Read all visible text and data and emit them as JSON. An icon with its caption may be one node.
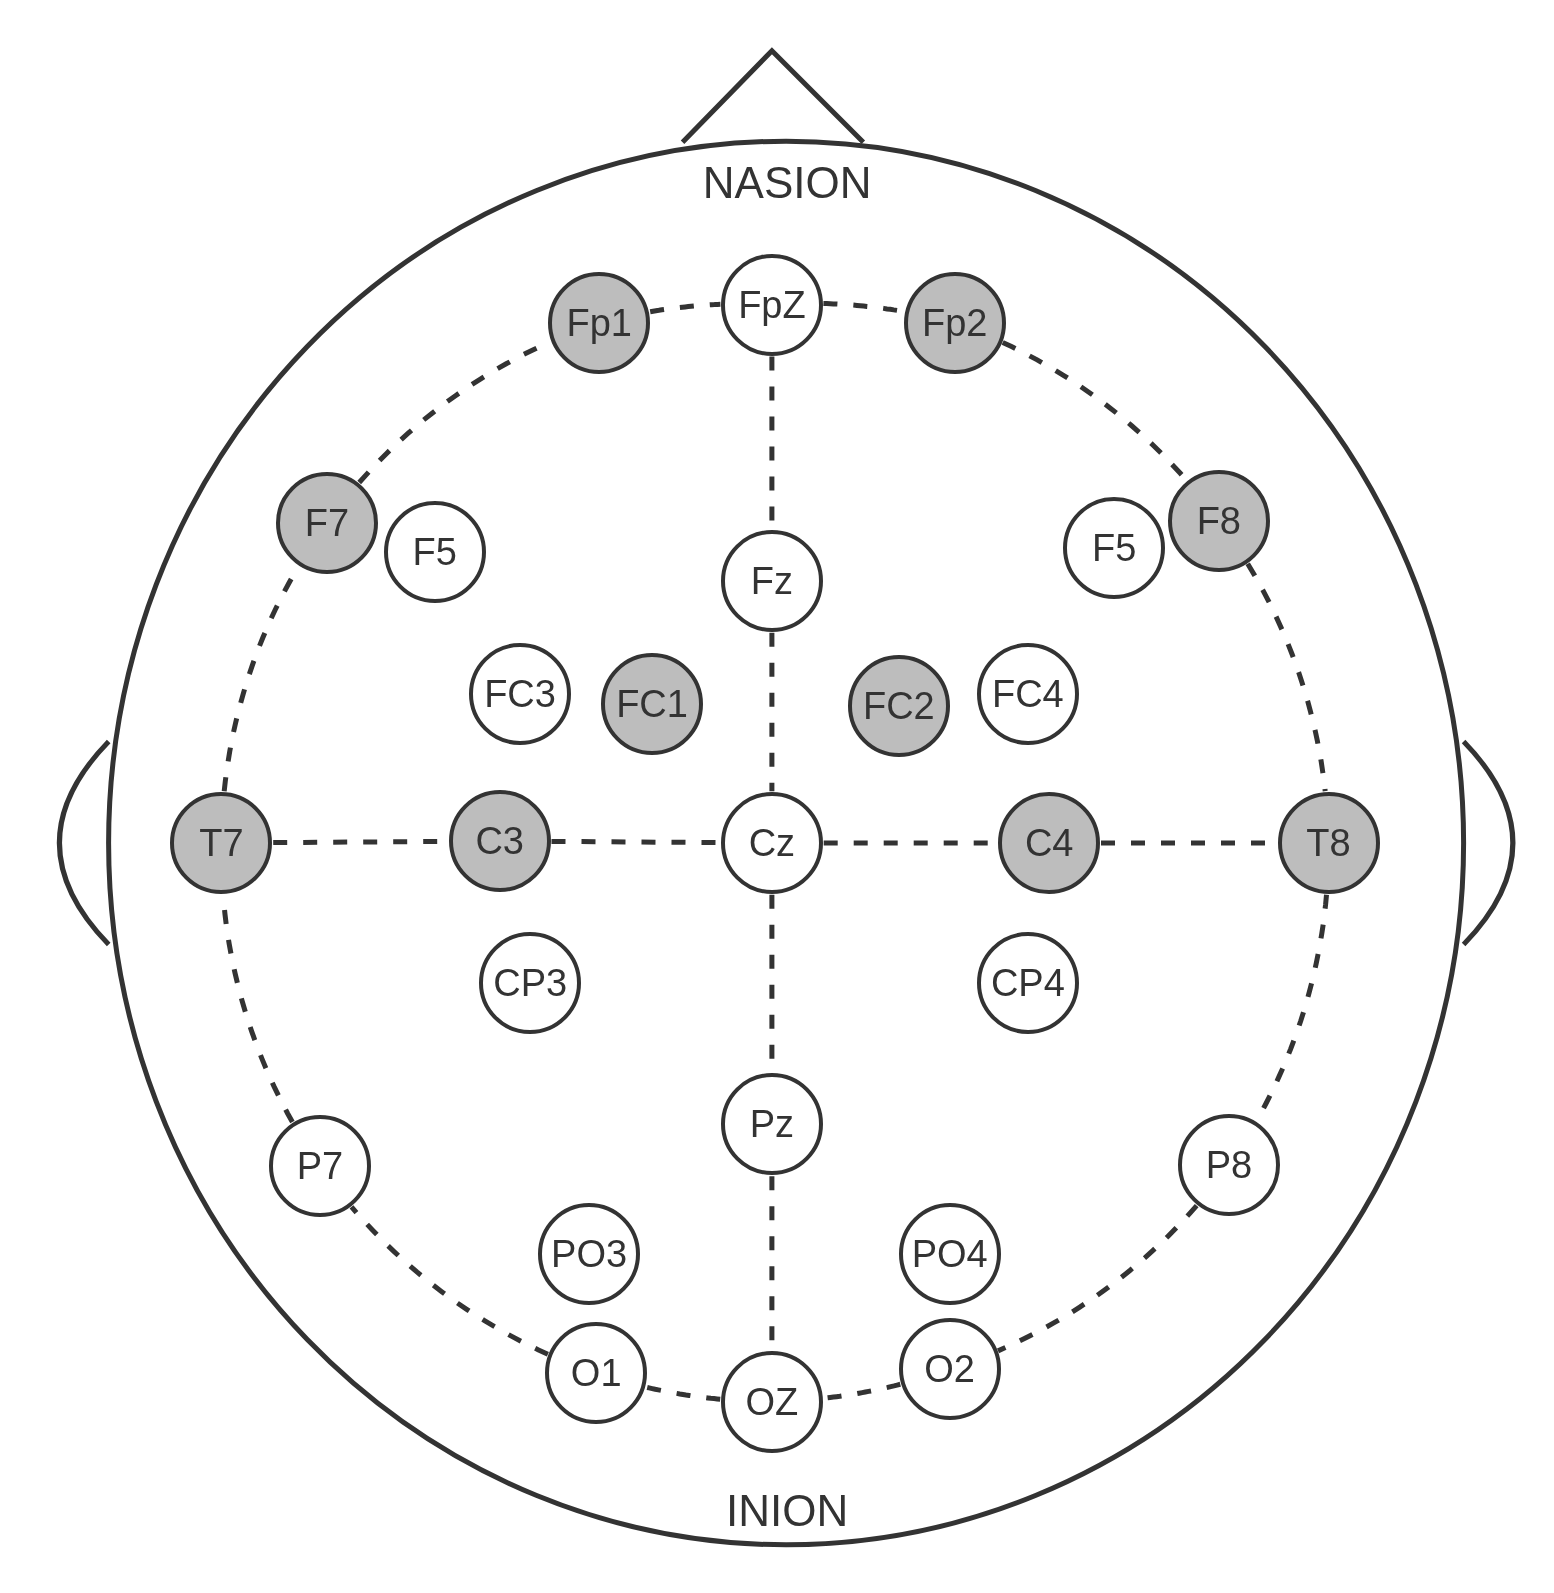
{
  "diagram": {
    "nodes": [
      {
        "text": [
          "Fp1"
        ]
      },
      {
        "text": [
          "FpZ"
        ]
      },
      {
        "text": [
          "Fp2"
        ]
      },
      {
        "text": [
          "F7"
        ]
      },
      {
        "text": [
          "F5"
        ]
      },
      {
        "text": [
          "Fz"
        ]
      },
      {
        "text": [
          "F5"
        ]
      },
      {
        "text": [
          "F8"
        ]
      },
      {
        "text": [
          "FC3"
        ]
      },
      {
        "text": [
          "FC1"
        ]
      },
      {
        "text": [
          "FC2"
        ]
      },
      {
        "text": [
          "FC4"
        ]
      },
      {
        "text": [
          "T7"
        ]
      },
      {
        "text": [
          "C3"
        ]
      },
      {
        "text": [
          "Cz"
        ]
      },
      {
        "text": [
          "C4"
        ]
      },
      {
        "text": [
          "T8"
        ]
      },
      {
        "text": [
          "CP3"
        ]
      },
      {
        "text": [
          "CP4"
        ]
      },
      {
        "text": [
          "Pz"
        ]
      },
      {
        "text": [
          "P7"
        ]
      },
      {
        "text": [
          "P8"
        ]
      },
      {
        "text": [
          "PO3"
        ]
      },
      {
        "text": [
          "PO4"
        ]
      },
      {
        "text": [
          "O1"
        ]
      },
      {
        "text": [
          "OZ"
        ]
      },
      {
        "text": [
          "O2"
        ]
      }
    ],
    "edges": [
      {
        "from": 0,
        "to": 1,
        "arrow": "none",
        "style": "dashed"
      },
      {
        "from": 1,
        "to": 2,
        "arrow": "none",
        "style": "dashed"
      },
      {
        "from": 2,
        "to": 7,
        "arrow": "none",
        "style": "dashed"
      },
      {
        "from": 7,
        "to": 16,
        "arrow": "none",
        "style": "dashed"
      },
      {
        "from": 16,
        "to": 21,
        "arrow": "none",
        "style": "dashed"
      },
      {
        "from": 21,
        "to": 26,
        "arrow": "none",
        "style": "dashed"
      },
      {
        "from": 26,
        "to": 25,
        "arrow": "none",
        "style": "dashed"
      },
      {
        "from": 25,
        "to": 24,
        "arrow": "none",
        "style": "dashed"
      },
      {
        "from": 24,
        "to": 20,
        "arrow": "none",
        "style": "dashed"
      },
      {
        "from": 20,
        "to": 12,
        "arrow": "none",
        "style": "dashed"
      },
      {
        "from": 12,
        "to": 3,
        "arrow": "none",
        "style": "dashed"
      },
      {
        "from": 3,
        "to": 0,
        "arrow": "none",
        "style": "dashed"
      },
      {
        "from": 1,
        "to": 5,
        "arrow": "none",
        "style": "dashed"
      },
      {
        "from": 5,
        "to": 14,
        "arrow": "none",
        "style": "dashed"
      },
      {
        "from": 14,
        "to": 19,
        "arrow": "none",
        "style": "dashed"
      },
      {
        "from": 19,
        "to": 25,
        "arrow": "none",
        "style": "dashed"
      },
      {
        "from": 12,
        "to": 13,
        "arrow": "none",
        "style": "dashed"
      },
      {
        "from": 13,
        "to": 14,
        "arrow": "none",
        "style": "dashed"
      },
      {
        "from": 14,
        "to": 15,
        "arrow": "none",
        "style": "dashed"
      },
      {
        "from": 15,
        "to": 16,
        "arrow": "none",
        "style": "dashed"
      }
    ],
    "labels": [
      "NASION",
      "INION"
    ]
  }
}
